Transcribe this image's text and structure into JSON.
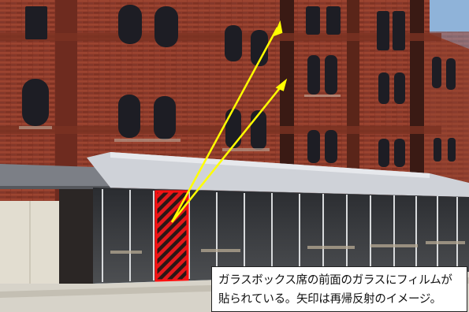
{
  "caption": {
    "line1": "ガラスボックス席の前面のガラスにフィルムが",
    "line2": "貼られている。矢印は再帰反射のイメージ。"
  },
  "colors": {
    "sky": "#8fb3d9",
    "brick": "#8e3a2a",
    "brick_dark": "#6a2a1e",
    "canopy": "#c9ccd2",
    "film_outline": "#ff1010",
    "arrow": "#ffff00",
    "pavement": "#d7d3c9"
  },
  "icons": [
    "window-shape",
    "arrow-icon",
    "hatched-film-panel"
  ]
}
